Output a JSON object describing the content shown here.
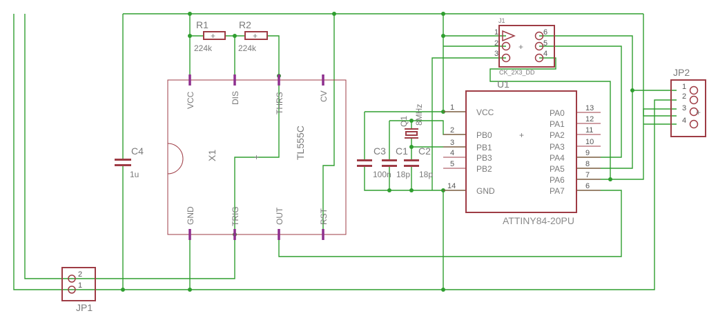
{
  "resistors": {
    "r1": {
      "name": "R1",
      "value": "224k"
    },
    "r2": {
      "name": "R2",
      "value": "224k"
    }
  },
  "capacitors": {
    "c1": {
      "name": "C1",
      "value": "18p"
    },
    "c2": {
      "name": "C2",
      "value": "18p"
    },
    "c3": {
      "name": "C3",
      "value": "100n"
    },
    "c4": {
      "name": "C4",
      "value": "1u"
    }
  },
  "crystal": {
    "name": "Q1",
    "value": "8MHz"
  },
  "timer": {
    "name": "X1",
    "part": "TL555C",
    "pins": {
      "vcc": "VCC",
      "dis": "DIS",
      "thrs": "THRS",
      "cv": "CV",
      "gnd": "GND",
      "trig": "TRIG",
      "out": "OUT",
      "rst": "RST"
    }
  },
  "mcu": {
    "name": "U1",
    "part": "ATTINY84-20PU",
    "left_pins": [
      {
        "num": "1",
        "label": "VCC"
      },
      {
        "num": "2",
        "label": "PB0"
      },
      {
        "num": "3",
        "label": "PB1"
      },
      {
        "num": "4",
        "label": "PB3"
      },
      {
        "num": "5",
        "label": "PB2"
      },
      {
        "num": "14",
        "label": "GND"
      }
    ],
    "right_pins": [
      {
        "num": "13",
        "label": "PA0"
      },
      {
        "num": "12",
        "label": "PA1"
      },
      {
        "num": "11",
        "label": "PA2"
      },
      {
        "num": "10",
        "label": "PA3"
      },
      {
        "num": "9",
        "label": "PA4"
      },
      {
        "num": "8",
        "label": "PA5"
      },
      {
        "num": "7",
        "label": "PA6"
      },
      {
        "num": "6",
        "label": "PA7"
      }
    ]
  },
  "j1": {
    "name": "J1",
    "part": "CK_2X3_DD",
    "left_nums": [
      "1",
      "2",
      "3"
    ],
    "right_nums": [
      "6",
      "5",
      "4"
    ]
  },
  "jp1": {
    "name": "JP1",
    "nums": [
      "2",
      "1"
    ]
  },
  "jp2": {
    "name": "JP2",
    "nums": [
      "1",
      "2",
      "3",
      "4"
    ]
  },
  "colors": {
    "wire": "#2f9e2f",
    "part": "#9e3b44",
    "pin": "#8e2f8e"
  }
}
